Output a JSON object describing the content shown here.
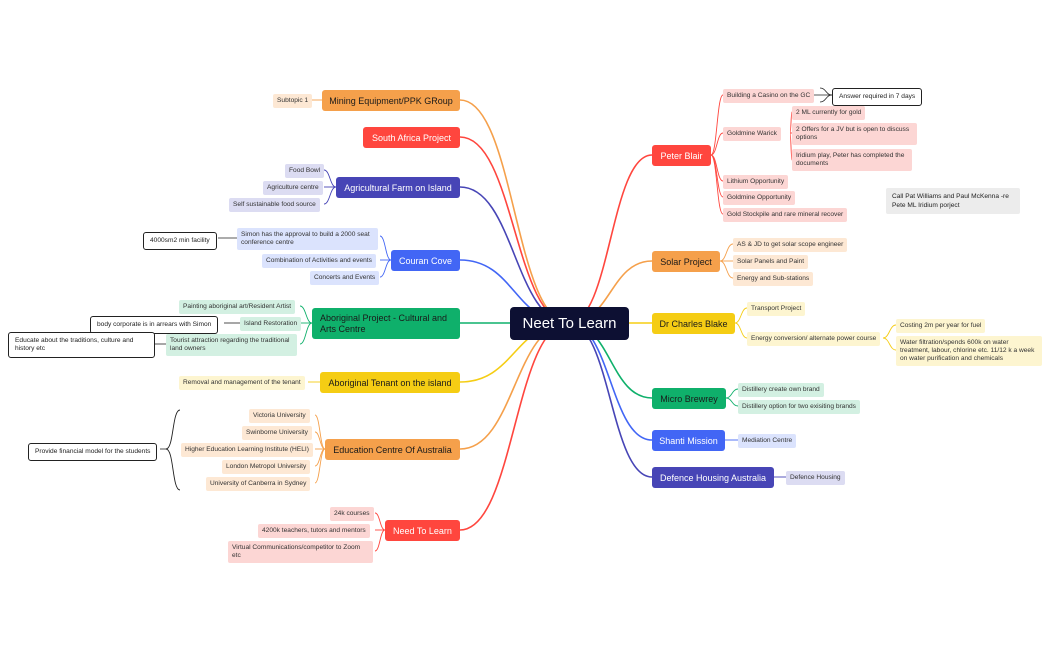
{
  "central": "Neet To Learn",
  "colors": {
    "orange": "#f5a04b",
    "red": "#ff463e",
    "indigo": "#4745b6",
    "blue": "#4266f5",
    "green": "#0fb06b",
    "yellow": "#f5cd14",
    "orange_bg": "#fde8d4",
    "red_bg": "#fcd6d4",
    "indigo_bg": "#dcdcf2",
    "blue_bg": "#dbe3fd",
    "green_bg": "#d3f0e2",
    "yellow_bg": "#fdf5d0"
  },
  "left": {
    "mining": {
      "title": "Mining Equipment/PPK GRoup",
      "subtopic": "Subtopic 1"
    },
    "south_africa": {
      "title": "South Africa Project"
    },
    "agri": {
      "title": "Agricultural Farm on Island",
      "items": [
        "Food Bowl",
        "Agriculture centre",
        "Self sustainable food source"
      ]
    },
    "couran": {
      "title": "Couran Cove",
      "items": [
        "Simon has the approval to build a 2000 seat conference centre",
        "Combination of Activities and events",
        "Concerts and Events"
      ],
      "note": "4000sm2 min facility"
    },
    "aboriginal_project": {
      "title": "Aboriginal Project - Cultural and Arts Centre",
      "items": [
        "Painting aboriginal art/Resident Artist",
        "Island Restoration",
        "Tourist attraction regarding the traditional land owners"
      ],
      "note_restoration": "body corporate is in arrears with Simon",
      "note_tourist": "Educate about the traditions, culture and history etc"
    },
    "aboriginal_tenant": {
      "title": "Aboriginal Tenant on the island",
      "items": [
        "Removal and management of the tenant"
      ]
    },
    "education": {
      "title": "Education Centre Of Australia",
      "items": [
        "Victoria University",
        "Swinborne University",
        "Higher Education Learning Institute (HELI)",
        "London Metropol University",
        "University of Canberra in Sydney"
      ],
      "note": "Provide financial model for the students"
    },
    "need": {
      "title": "Need To Learn",
      "items": [
        "24k courses",
        "4200k teachers, tutors and mentors",
        "Virtual Communications/competitor to Zoom etc"
      ]
    }
  },
  "right": {
    "peter": {
      "title": "Peter Blair",
      "items": [
        "Building a Casino on the GC",
        "Goldmine Warick",
        "Lithium Opportunity",
        "Goldmine Opportunity",
        "Gold Stockpile and rare mineral recover"
      ],
      "casino_note": "Answer required in 7 days",
      "warick_items": [
        "2 ML currently for gold",
        "2 Offers for a JV but is open to discuss options",
        "Iridium play, Peter has completed the documents"
      ]
    },
    "call_note": "Call Pat Williams and Paul McKenna -re Pete ML Iridium porject",
    "solar": {
      "title": "Solar Project",
      "items": [
        "AS & JD to get solar scope engineer",
        "Solar Panels and Paint",
        "Energy and Sub-stations"
      ]
    },
    "charles": {
      "title": "Dr Charles Blake",
      "items": [
        "Transport Project",
        "Energy conversion/ alternate power course"
      ],
      "energy_items": [
        "Costing 2m per year for fuel",
        "Water filtration/spends 600k on water treatment, labour, chlorine etc. 11/12 k a week on water purification and chemicals"
      ]
    },
    "brewery": {
      "title": "Micro Brewrey",
      "items": [
        "Distillery create own brand",
        "Distillery option for two exisiting brands"
      ]
    },
    "shanti": {
      "title": "Shanti Mission",
      "items": [
        "Mediation Centre"
      ]
    },
    "defence": {
      "title": "Defence Housing Australia",
      "items": [
        "Defence Housing"
      ]
    }
  }
}
